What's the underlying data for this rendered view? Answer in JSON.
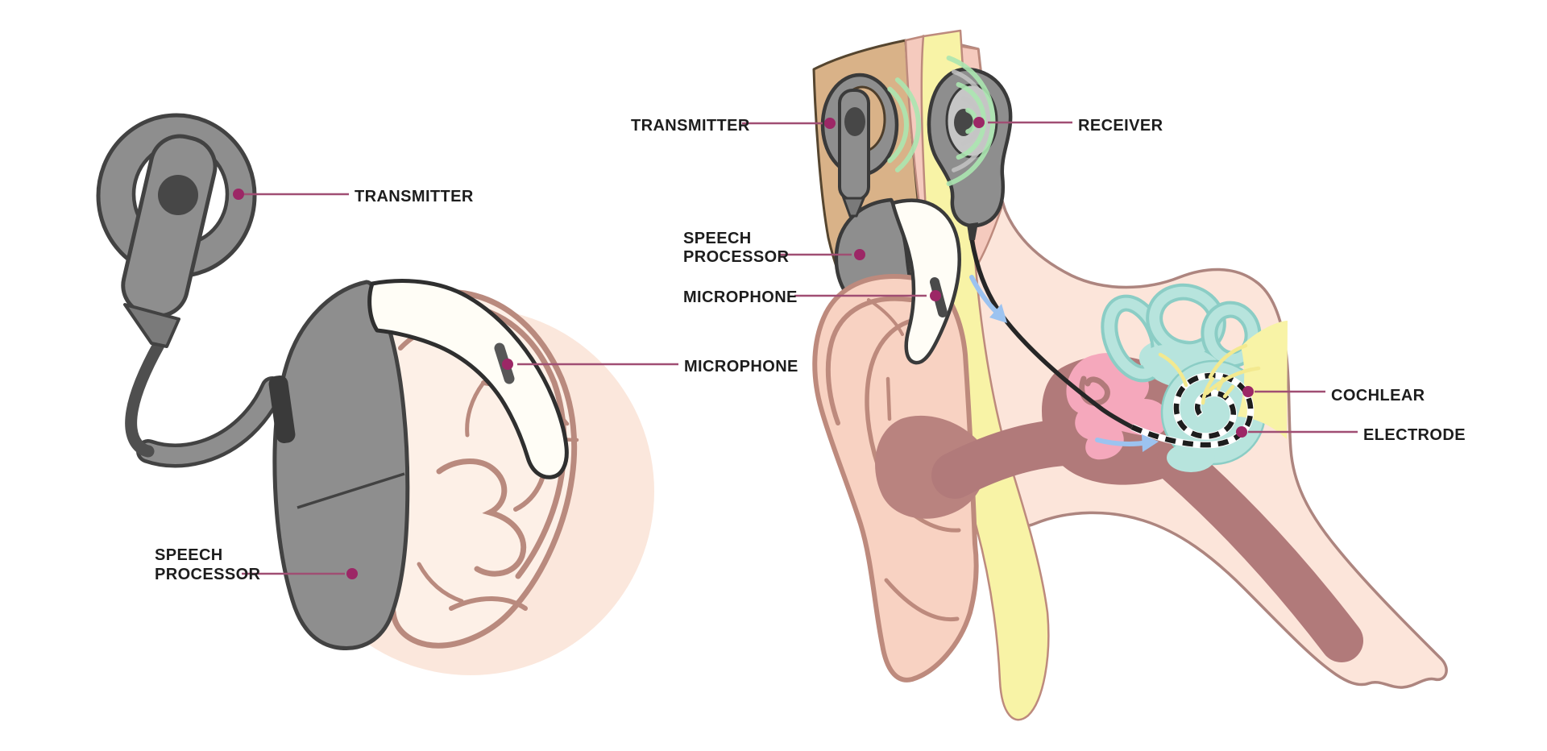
{
  "diagram": {
    "title": "",
    "left_panel": {
      "labels": {
        "transmitter": "TRANSMITTER",
        "microphone": "MICROPHONE",
        "speech_processor_line1": "SPEECH",
        "speech_processor_line2": "PROCESSOR"
      }
    },
    "right_panel": {
      "labels": {
        "transmitter": "TRANSMITTER",
        "speech_processor_line1": "SPEECH",
        "speech_processor_line2": "PROCESSOR",
        "microphone": "MICROPHONE",
        "receiver": "RECEIVER",
        "cochlear": "COCHLEAR",
        "electrode": "ELECTRODE"
      }
    },
    "colors": {
      "background": "#ffffff",
      "label_text": "#1d1d1d",
      "leader_line": "#a04e73",
      "leader_dot": "#9c2766",
      "device_gray": "#8e8e8e",
      "device_outline": "#424242",
      "device_dark_center": "#474747",
      "receiver_face_gray": "#c6c6c6",
      "hook_white": "#fffdf6",
      "head_circle_pink": "#fbe7dc",
      "ear_fill_left": "#fdf0e7",
      "ear_outline_mauve": "#b98a7e",
      "skin_fill": "#fce5da",
      "skin_outline": "#ad857f",
      "ear_fill_right": "#f8d2c2",
      "scalp_tan": "#d9b288",
      "scalp_outline": "#55452f",
      "skin_strip_pink": "#f5cabe",
      "bone_yellow": "#f8f3a6",
      "inner_ear_teal": "#b7e4dd",
      "teal_outline": "#8bcdc5",
      "middle_ear_mauve": "#b17a7a",
      "concha_mauve": "#b9837f",
      "eardrum_pink": "#f5a8bc",
      "nerve_yellow": "#f3e98f",
      "signal_green": "#abe6b0",
      "signal_gray": "#c4c4c4",
      "arrow_blue": "#9cc3f0",
      "cable_black": "#262626"
    }
  }
}
